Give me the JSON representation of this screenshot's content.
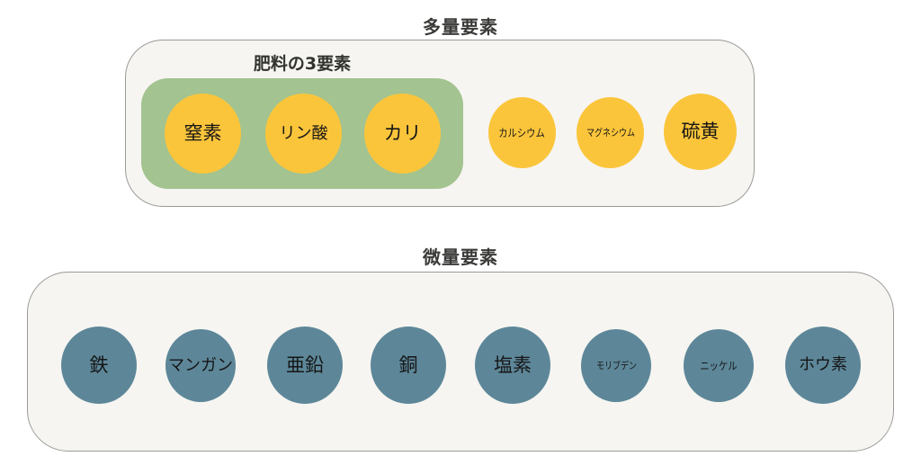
{
  "diagram": {
    "macro": {
      "title": "多量要素",
      "npk_group_label": "肥料の3要素",
      "npk_nutrients": [
        {
          "label": "窒素",
          "name": "nitrogen",
          "size": "lg"
        },
        {
          "label": "リン酸",
          "name": "phosphoric",
          "size": "md"
        },
        {
          "label": "カリ",
          "name": "potassium",
          "size": "lg"
        }
      ],
      "other_nutrients": [
        {
          "label": "カルシウム",
          "name": "calcium",
          "size": "sm"
        },
        {
          "label": "マグネシウム",
          "name": "magnesium",
          "size": "xs"
        },
        {
          "label": "硫黄",
          "name": "sulfur",
          "size": "lg"
        }
      ]
    },
    "micro": {
      "title": "微量要素",
      "nutrients": [
        {
          "label": "鉄",
          "name": "iron",
          "size": "lg"
        },
        {
          "label": "マンガン",
          "name": "manganese",
          "size": "md"
        },
        {
          "label": "亜鉛",
          "name": "zinc",
          "size": "lg"
        },
        {
          "label": "銅",
          "name": "copper",
          "size": "lg"
        },
        {
          "label": "塩素",
          "name": "chlorine",
          "size": "lg"
        },
        {
          "label": "モリブデン",
          "name": "molybdenum",
          "size": "xs"
        },
        {
          "label": "ニッケル",
          "name": "nickel",
          "size": "sm"
        },
        {
          "label": "ホウ素",
          "name": "boron",
          "size": "md"
        }
      ]
    }
  },
  "colors": {
    "macro_bubble": "#fbc53b",
    "micro_bubble": "#5d8799",
    "npk_group": "#a3c390",
    "panel_background": "#f6f5f1",
    "panel_border": "#9a9a96",
    "text": "#161616",
    "title_text": "#3a3a38",
    "page_background": "#ffffff"
  }
}
